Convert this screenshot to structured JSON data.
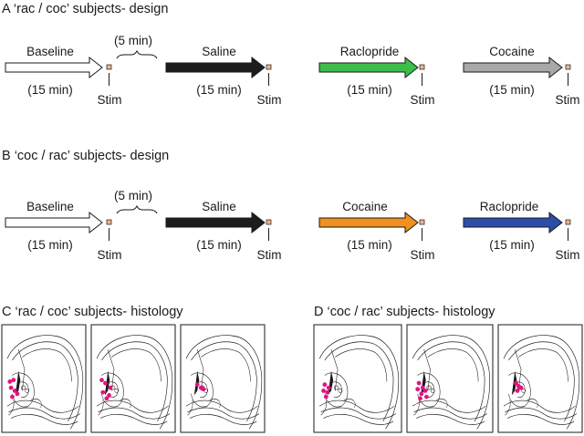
{
  "panels": {
    "A": {
      "title": "A ‘rac / coc’ subjects- design",
      "segments": [
        {
          "label": "Baseline",
          "duration": "(15 min)",
          "style": "outline",
          "color": "#ffffff"
        },
        {
          "label": "Saline",
          "duration": "(15 min)",
          "style": "filled",
          "color": "#1c1c1c"
        },
        {
          "label": "Raclopride",
          "duration": "(15 min)",
          "style": "filled",
          "color": "#3dbd49"
        },
        {
          "label": "Cocaine",
          "duration": "(15 min)",
          "style": "filled",
          "color": "#a8a8a8"
        }
      ],
      "gap_label": "(5 min)",
      "stim_label": "Stim"
    },
    "B": {
      "title": "B ‘coc / rac’ subjects- design",
      "segments": [
        {
          "label": "Baseline",
          "duration": "(15 min)",
          "style": "outline",
          "color": "#ffffff"
        },
        {
          "label": "Saline",
          "duration": "(15 min)",
          "style": "filled",
          "color": "#1c1c1c"
        },
        {
          "label": "Cocaine",
          "duration": "(15 min)",
          "style": "filled",
          "color": "#f0901e"
        },
        {
          "label": "Raclopride",
          "duration": "(15 min)",
          "style": "filled",
          "color": "#2b4fa8"
        }
      ],
      "gap_label": "(5 min)",
      "stim_label": "Stim"
    },
    "C": {
      "title": "C ‘rac / coc’ subjects- histology",
      "sites_per_section": [
        6,
        6,
        3
      ]
    },
    "D": {
      "title": "D ‘coc / rac’ subjects- histology",
      "sites_per_section": [
        5,
        7,
        4
      ]
    }
  },
  "colors": {
    "site_marker": "#e0157f",
    "stim_marker": "#f2b48a",
    "line": "#1a1a1a"
  }
}
